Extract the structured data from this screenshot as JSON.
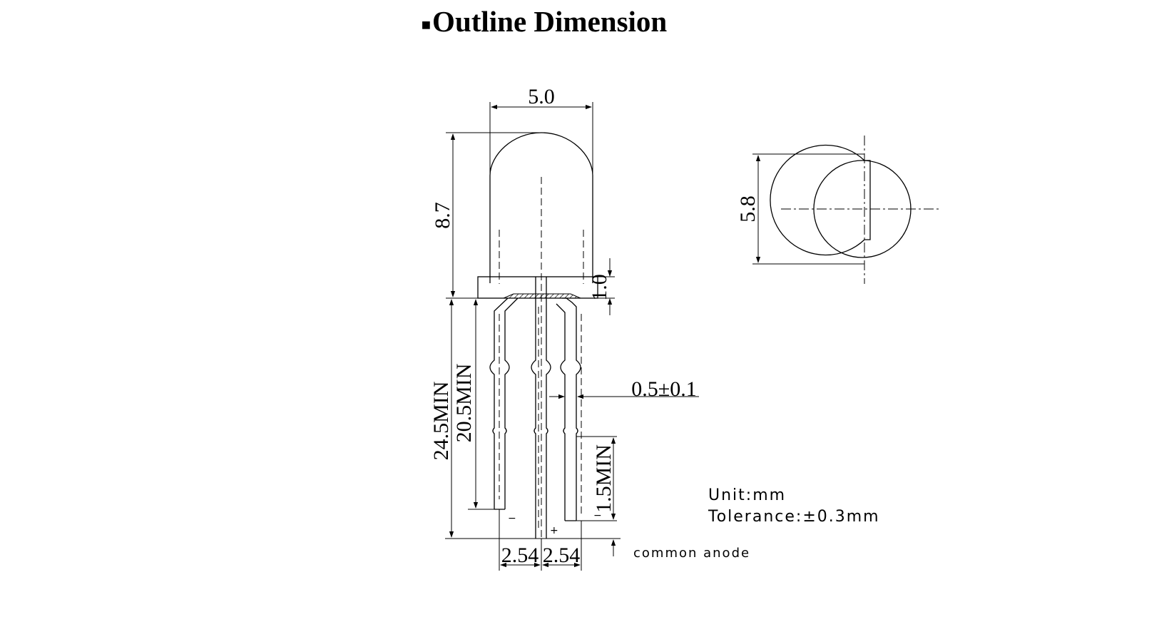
{
  "title": {
    "bullet": "■",
    "text": "Outline Dimension"
  },
  "dimensions": {
    "body_diameter": "5.0",
    "body_height": "8.7",
    "flange_height": "1.0",
    "flange_diameter": "5.8",
    "lead_length_long": "24.5MIN",
    "lead_length_short": "20.5MIN",
    "lead_width": "0.5±0.1",
    "lead_stub": "1.5MIN",
    "pitch_left": "2.54",
    "pitch_right": "2.54"
  },
  "polarity": {
    "left_lead": "−",
    "center_lead": "+",
    "right_lead": "−"
  },
  "notes": {
    "unit": "Unit:mm",
    "tolerance": "Tolerance:±0.3mm",
    "common_anode": "common anode"
  }
}
